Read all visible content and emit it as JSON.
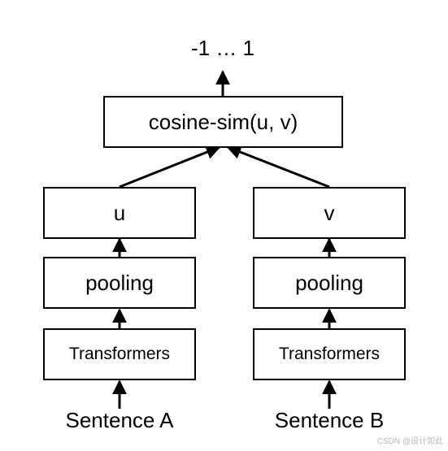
{
  "output_range": "-1 … 1",
  "similarity_label": "cosine-sim(u, v)",
  "left": {
    "embedding": "u",
    "pooling": "pooling",
    "encoder": "Transformers",
    "input": "Sentence A"
  },
  "right": {
    "embedding": "v",
    "pooling": "pooling",
    "encoder": "Transformers",
    "input": "Sentence B"
  },
  "watermark": "CSDN @设计如此",
  "colors": {
    "stroke": "#000000",
    "background": "#ffffff"
  }
}
